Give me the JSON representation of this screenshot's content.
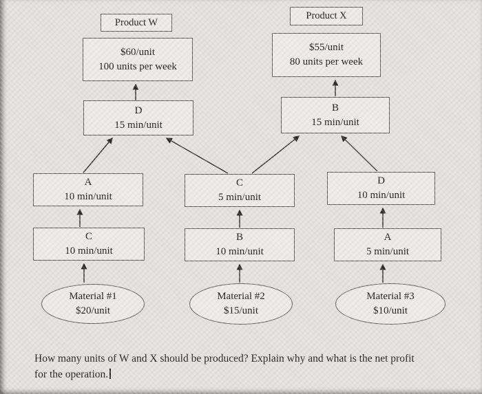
{
  "products": {
    "w": {
      "label": "Product W",
      "price": "$60/unit",
      "demand": "100 units per week"
    },
    "x": {
      "label": "Product X",
      "price": "$55/unit",
      "demand": "80 units per week"
    }
  },
  "stations": {
    "d15": {
      "name": "D",
      "rate": "15 min/unit"
    },
    "b15": {
      "name": "B",
      "rate": "15 min/unit"
    },
    "a10": {
      "name": "A",
      "rate": "10 min/unit"
    },
    "c5": {
      "name": "C",
      "rate": "5 min/unit"
    },
    "d10": {
      "name": "D",
      "rate": "10 min/unit"
    },
    "c10": {
      "name": "C",
      "rate": "10 min/unit"
    },
    "b10": {
      "name": "B",
      "rate": "10 min/unit"
    },
    "a5": {
      "name": "A",
      "rate": "5 min/unit"
    }
  },
  "materials": {
    "m1": {
      "name": "Material #1",
      "cost": "$20/unit"
    },
    "m2": {
      "name": "Material #2",
      "cost": "$15/unit"
    },
    "m3": {
      "name": "Material #3",
      "cost": "$10/unit"
    }
  },
  "question": {
    "line1": "How many units of W and X should be produced? Explain why and what is the net profit",
    "line2": "for the operation."
  }
}
